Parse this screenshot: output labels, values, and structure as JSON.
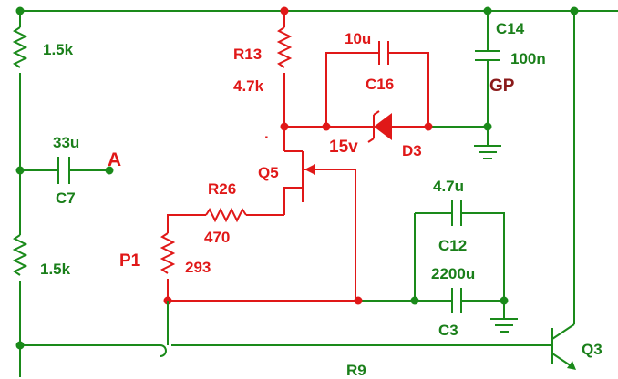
{
  "labels": {
    "r_top": "1.5k",
    "c7_value": "33u",
    "node_a": "A",
    "c7_ref": "C7",
    "r_bottom": "1.5k",
    "r13_ref": "R13",
    "r13_value": "4.7k",
    "c16_value": "10u",
    "c16_ref": "C16",
    "dot_mark": ".",
    "zener_voltage": "15v",
    "d3_ref": "D3",
    "q5_ref": "Q5",
    "r26_ref": "R26",
    "r26_value": "470",
    "p1_ref": "P1",
    "p1_value": "293",
    "c14_ref": "C14",
    "c14_value": "100n",
    "gp_label": "GP",
    "c12_value": "4.7u",
    "c12_ref": "C12",
    "c3_value": "2200u",
    "c3_ref": "C3",
    "q3_ref": "Q3",
    "r9_ref": "R9"
  },
  "colors": {
    "wire_green": "#1a8a1a",
    "wire_red": "#e01818",
    "label_green": "#1a7f1a",
    "label_red": "#e01818",
    "label_dark_red": "#8a1a1a"
  }
}
